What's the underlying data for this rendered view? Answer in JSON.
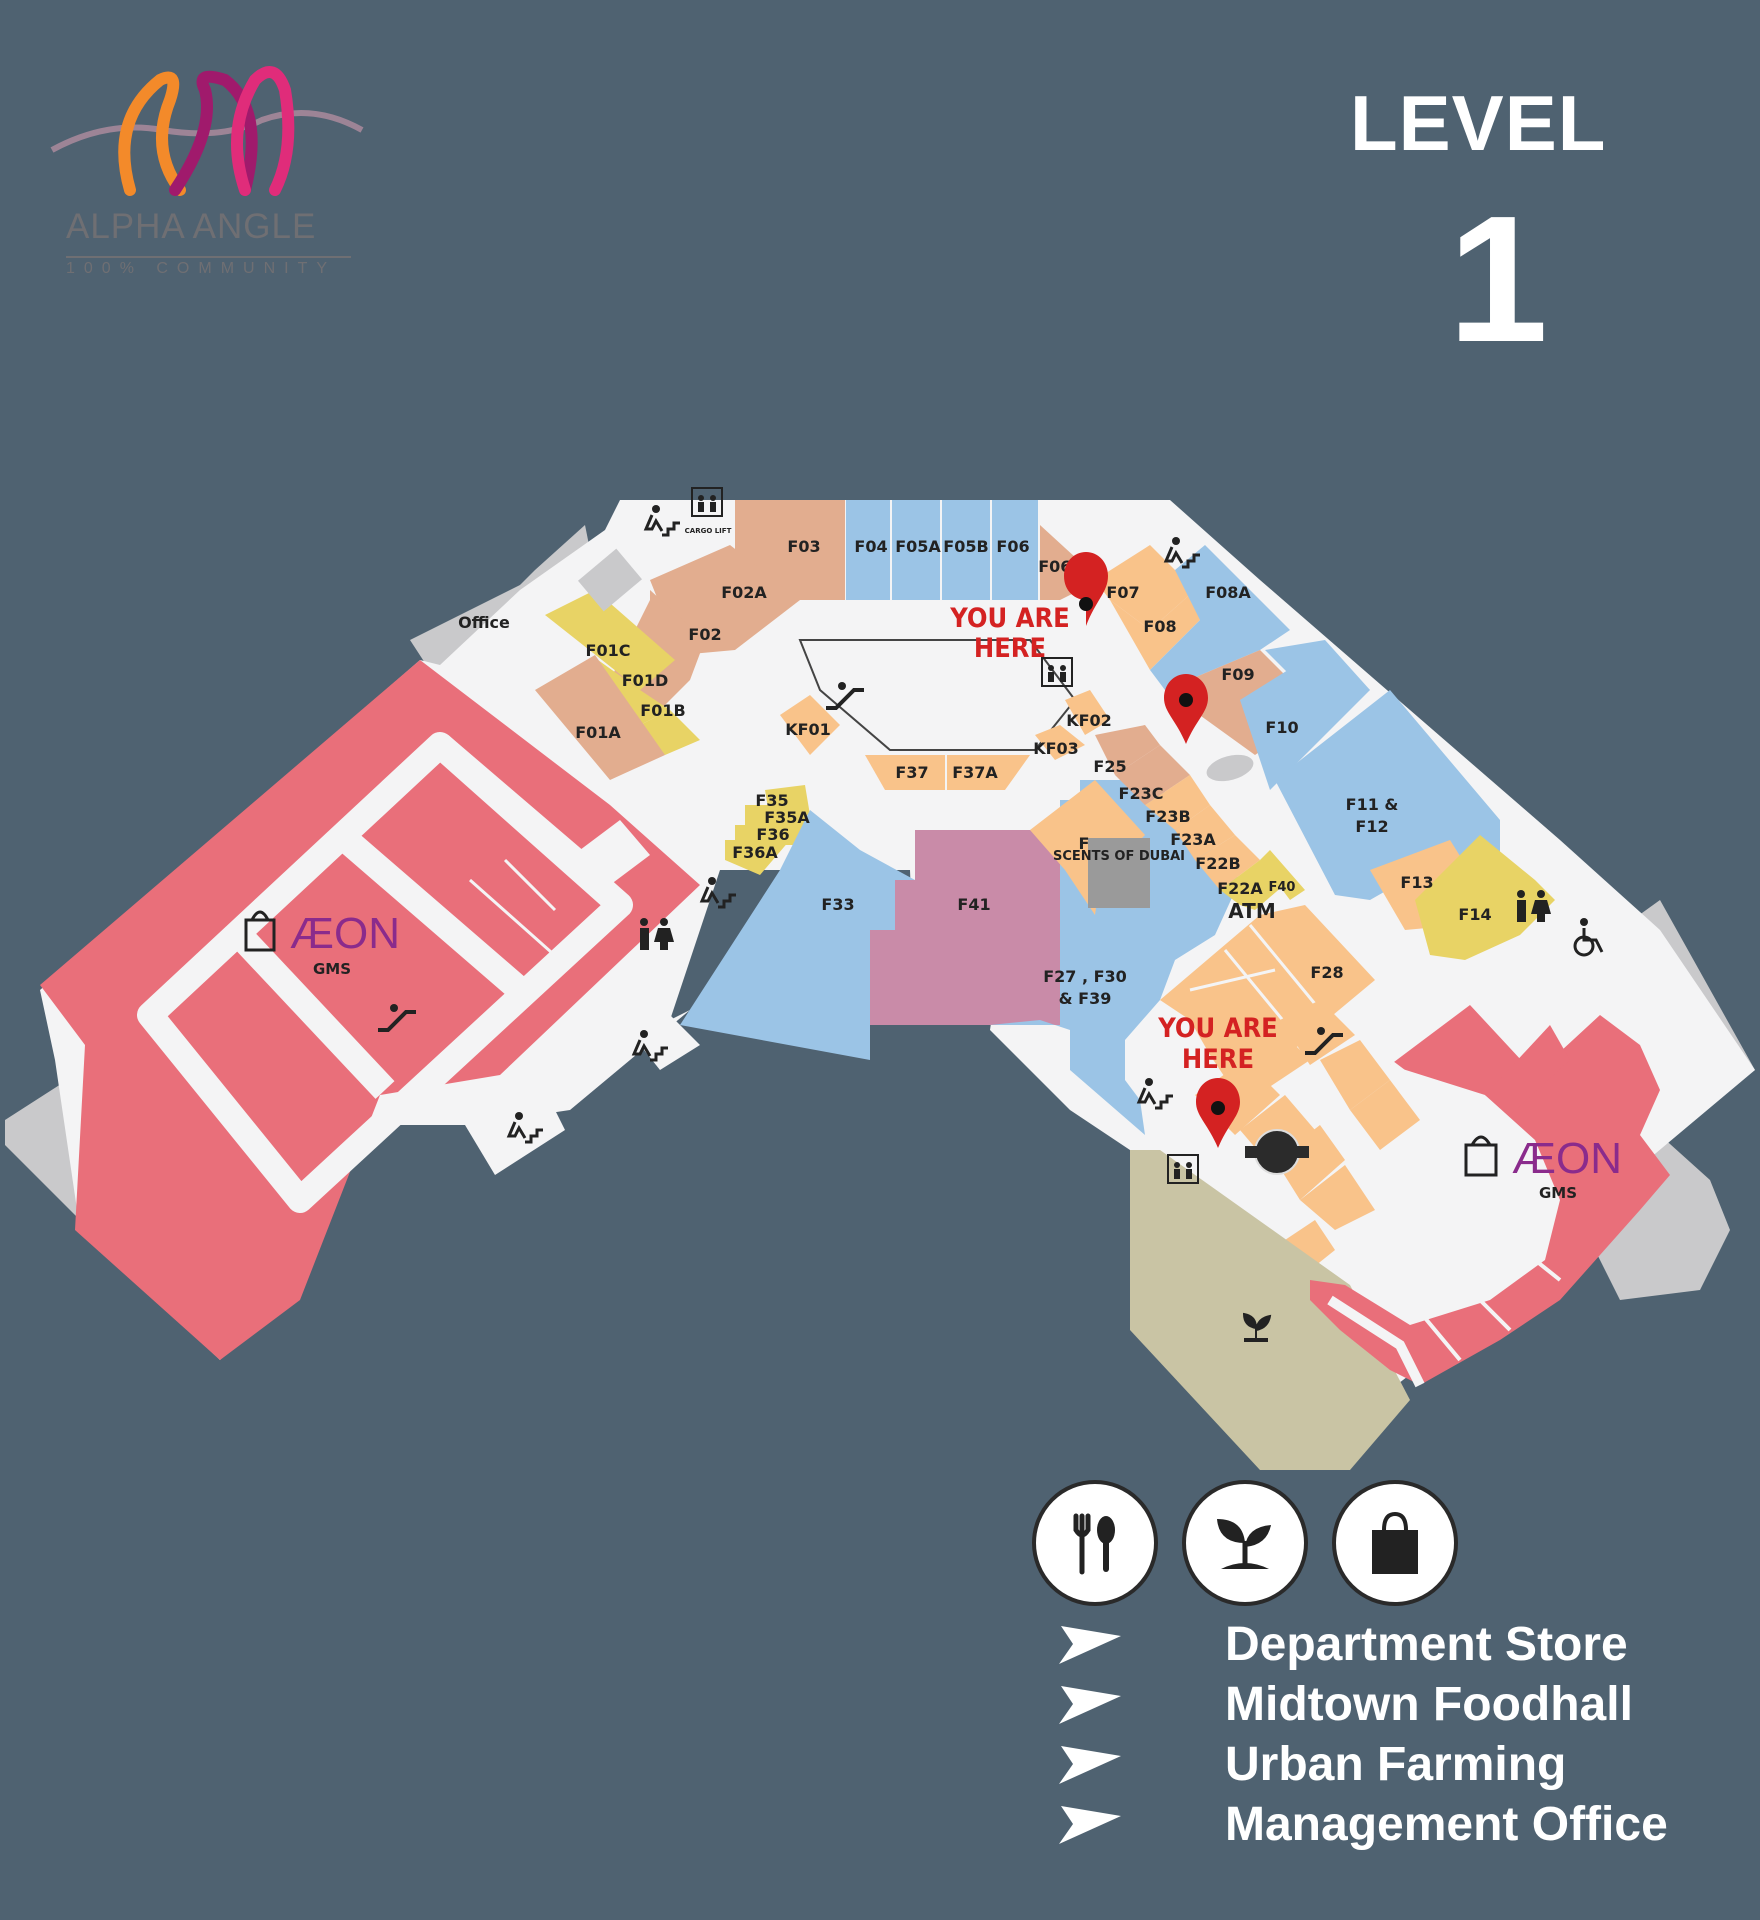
{
  "header": {
    "level_label": "LEVEL",
    "level_number": "1"
  },
  "logo": {
    "name": "ALPHA ANGLE",
    "tagline": "100% COMMUNITY"
  },
  "map": {
    "you_are_here": [
      "YOU ARE",
      "HERE"
    ],
    "cargo_lift": "CARGO LIFT",
    "office": "Office",
    "aeon_brand": "ÆON",
    "aeon_sub": "GMS",
    "atm": "ATM",
    "scents_sign": "SCENTS OF DUBAI",
    "units": {
      "F01A": "F01A",
      "F01B": "F01B",
      "F01C": "F01C",
      "F01D": "F01D",
      "F02": "F02",
      "F02A": "F02A",
      "F03": "F03",
      "F04": "F04",
      "F05A": "F05A",
      "F05B": "F05B",
      "F06": "F06",
      "F06A": "F06A",
      "F07": "F07",
      "F08": "F08",
      "F08A": "F08A",
      "F09": "F09",
      "F10": "F10",
      "F11": "F11 &",
      "F12": "F12",
      "F13": "F13",
      "F14": "F14",
      "KF01": "KF01",
      "KF02": "KF02",
      "KF03": "KF03",
      "F37": "F37",
      "F37A": "F37A",
      "F35": "F35",
      "F35A": "F35A",
      "F36": "F36",
      "F36A": "F36A",
      "F33": "F33",
      "F41": "F41",
      "F25": "F25",
      "F23C": "F23C",
      "F23B": "F23B",
      "F23A": "F23A",
      "F22B": "F22B",
      "F22A": "F22A",
      "F40": "F40",
      "F27a": "F27 , F30",
      "F27b": "& F39",
      "F28": "F28",
      "F2x": "F"
    },
    "colors": {
      "background": "#4f6271",
      "corridor": "#f4f4f5",
      "department_store": "#e96f7a",
      "shop_beige": "#e2ad8f",
      "shop_orange": "#f9c38a",
      "shop_yellow": "#e8d365",
      "shop_blue": "#9bc4e6",
      "shop_mauve": "#c98ba8",
      "service_gray": "#c9c9cb",
      "urban_farm": "#c9c4a4",
      "marker": "#d42222"
    }
  },
  "legend": {
    "icons": [
      "food-icon",
      "plant-icon",
      "shopping-bag-icon"
    ],
    "items": [
      "Department Store",
      "Midtown Foodhall",
      "Urban Farming",
      "Management Office"
    ]
  }
}
